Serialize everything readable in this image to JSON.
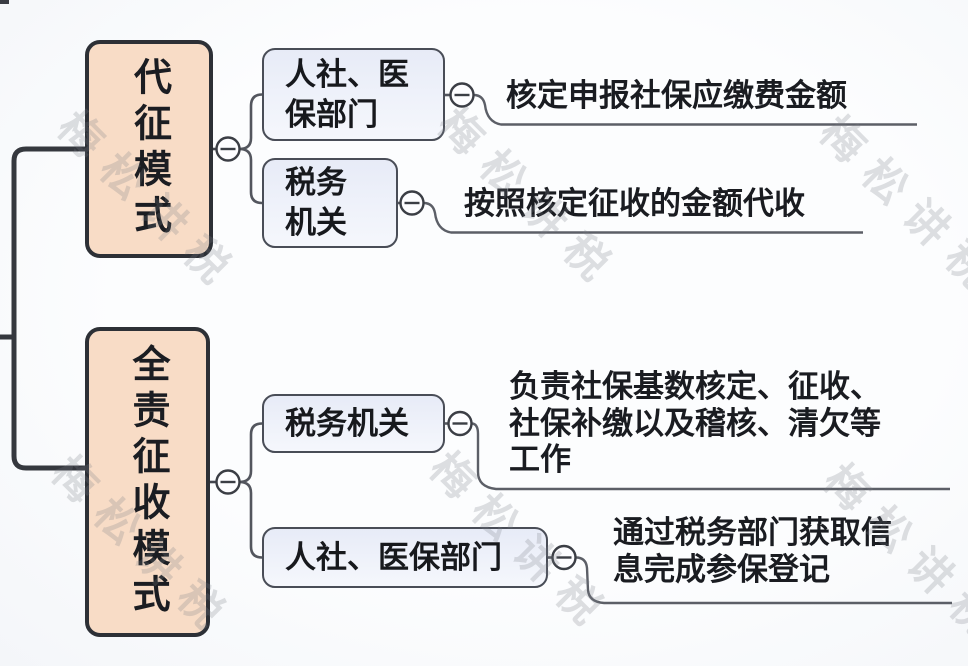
{
  "diagram": {
    "watermark_text": "梅松讲税",
    "branch1": {
      "label": "代征模式",
      "child1": {
        "label": "人社、医\n保部门",
        "desc": "核定申报社保应缴费金额"
      },
      "child2": {
        "label": "税务\n机关",
        "desc": "按照核定征收的金额代收"
      }
    },
    "branch2": {
      "label": "全责征收模式",
      "child1": {
        "label": "税务机关",
        "desc": "负责社保基数核定、征收、\n社保补缴以及稽核、清欠等\n工作"
      },
      "child2": {
        "label": "人社、医保部门",
        "desc": "通过税务部门获取信\n息完成参保登记"
      }
    },
    "colors": {
      "node_fill": "#f8dcc6",
      "node_border": "#2d3036",
      "child_fill": "#edf0f9",
      "child_border": "#494d57",
      "main_line": "#35383e",
      "thin_line": "#5c5f67",
      "text": "#17191d"
    }
  }
}
